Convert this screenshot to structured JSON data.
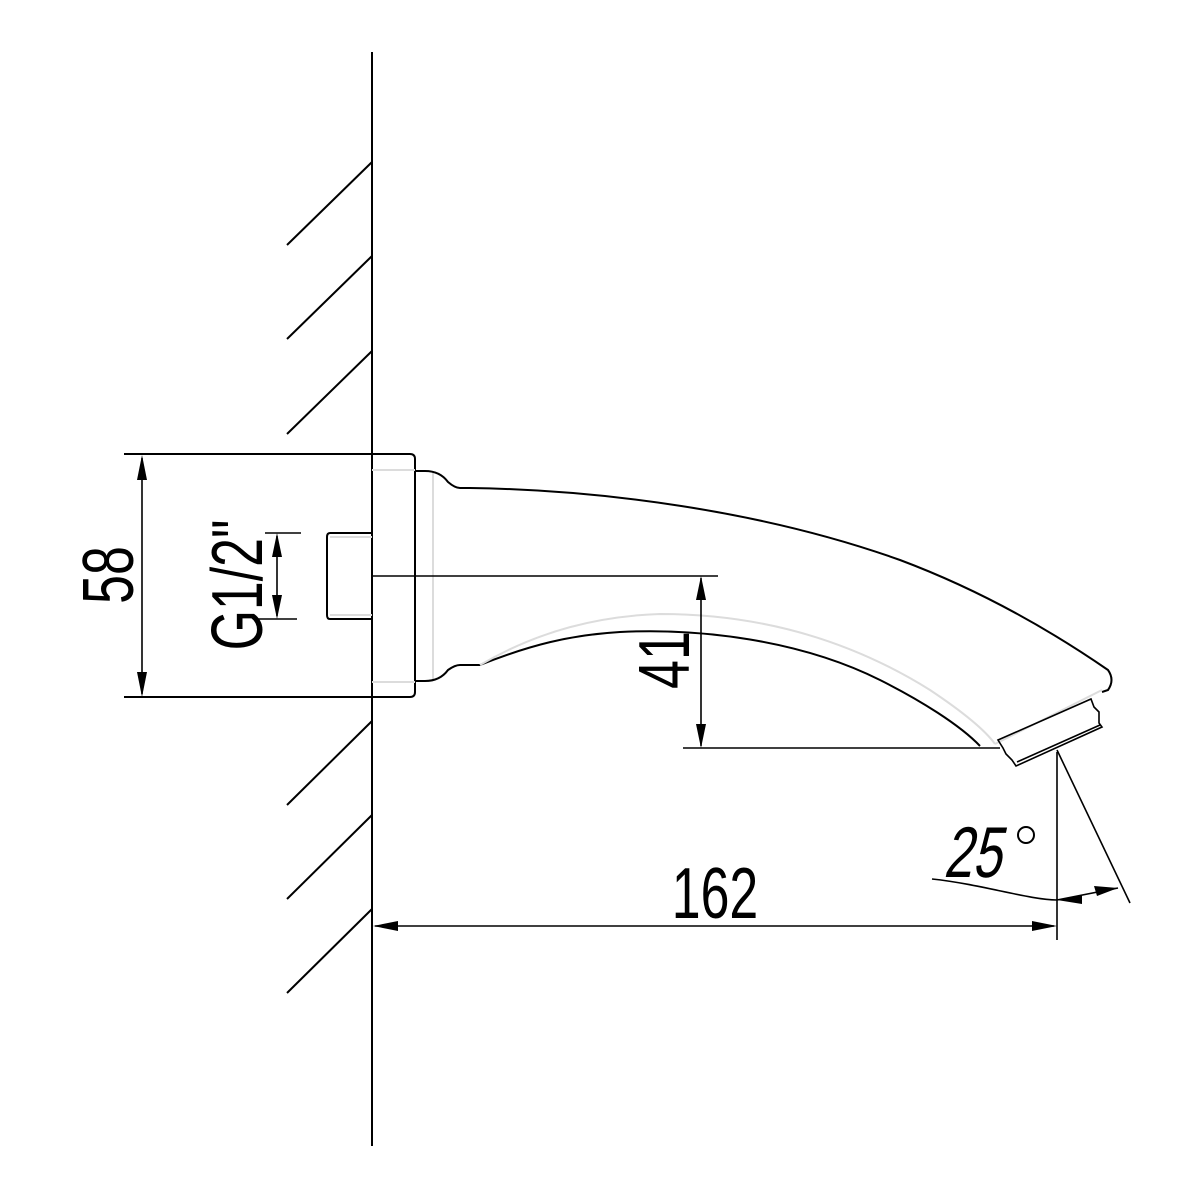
{
  "drawing": {
    "subject": "Wall-mounted bath spout, side view",
    "colors": {
      "line": "#000000",
      "hidden_line": "#dcdcdc",
      "background": "#ffffff"
    }
  },
  "dimensions": {
    "flange_height": {
      "value": "58",
      "orientation": "vertical"
    },
    "thread_size": {
      "value": "G1/2\"",
      "orientation": "vertical"
    },
    "outlet_drop": {
      "value": "41",
      "orientation": "vertical"
    },
    "projection": {
      "value": "162",
      "orientation": "horizontal"
    },
    "outlet_angle": {
      "value": "25",
      "unit": "°"
    }
  }
}
